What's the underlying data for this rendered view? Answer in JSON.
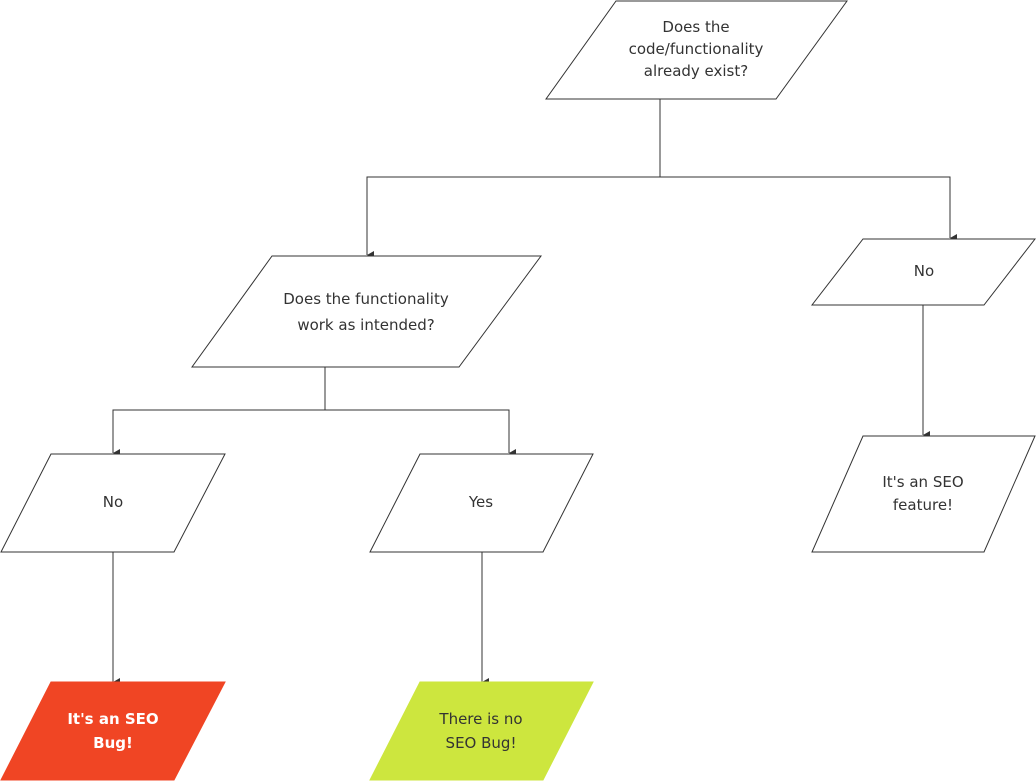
{
  "colors": {
    "node_fill": "#ffffff",
    "node_stroke": "#333333",
    "bug_fill": "#f04524",
    "no_bug_fill": "#cde63e",
    "text": "#333333"
  },
  "nodes": {
    "q_exists": {
      "line1": "Does the",
      "line2": "code/functionality",
      "line3": "already exist?"
    },
    "q_works": {
      "line1": "Does the functionality",
      "line2": "work as intended?"
    },
    "ans_exists_no": {
      "line1": "No"
    },
    "ans_works_no": {
      "line1": "No"
    },
    "ans_works_yes": {
      "line1": "Yes"
    },
    "result_feature": {
      "line1": "It's an SEO",
      "line2": "feature!"
    },
    "result_bug": {
      "line1": "It's an SEO",
      "line2": "Bug!"
    },
    "result_no_bug": {
      "line1": "There is no",
      "line2": "SEO Bug!"
    }
  }
}
